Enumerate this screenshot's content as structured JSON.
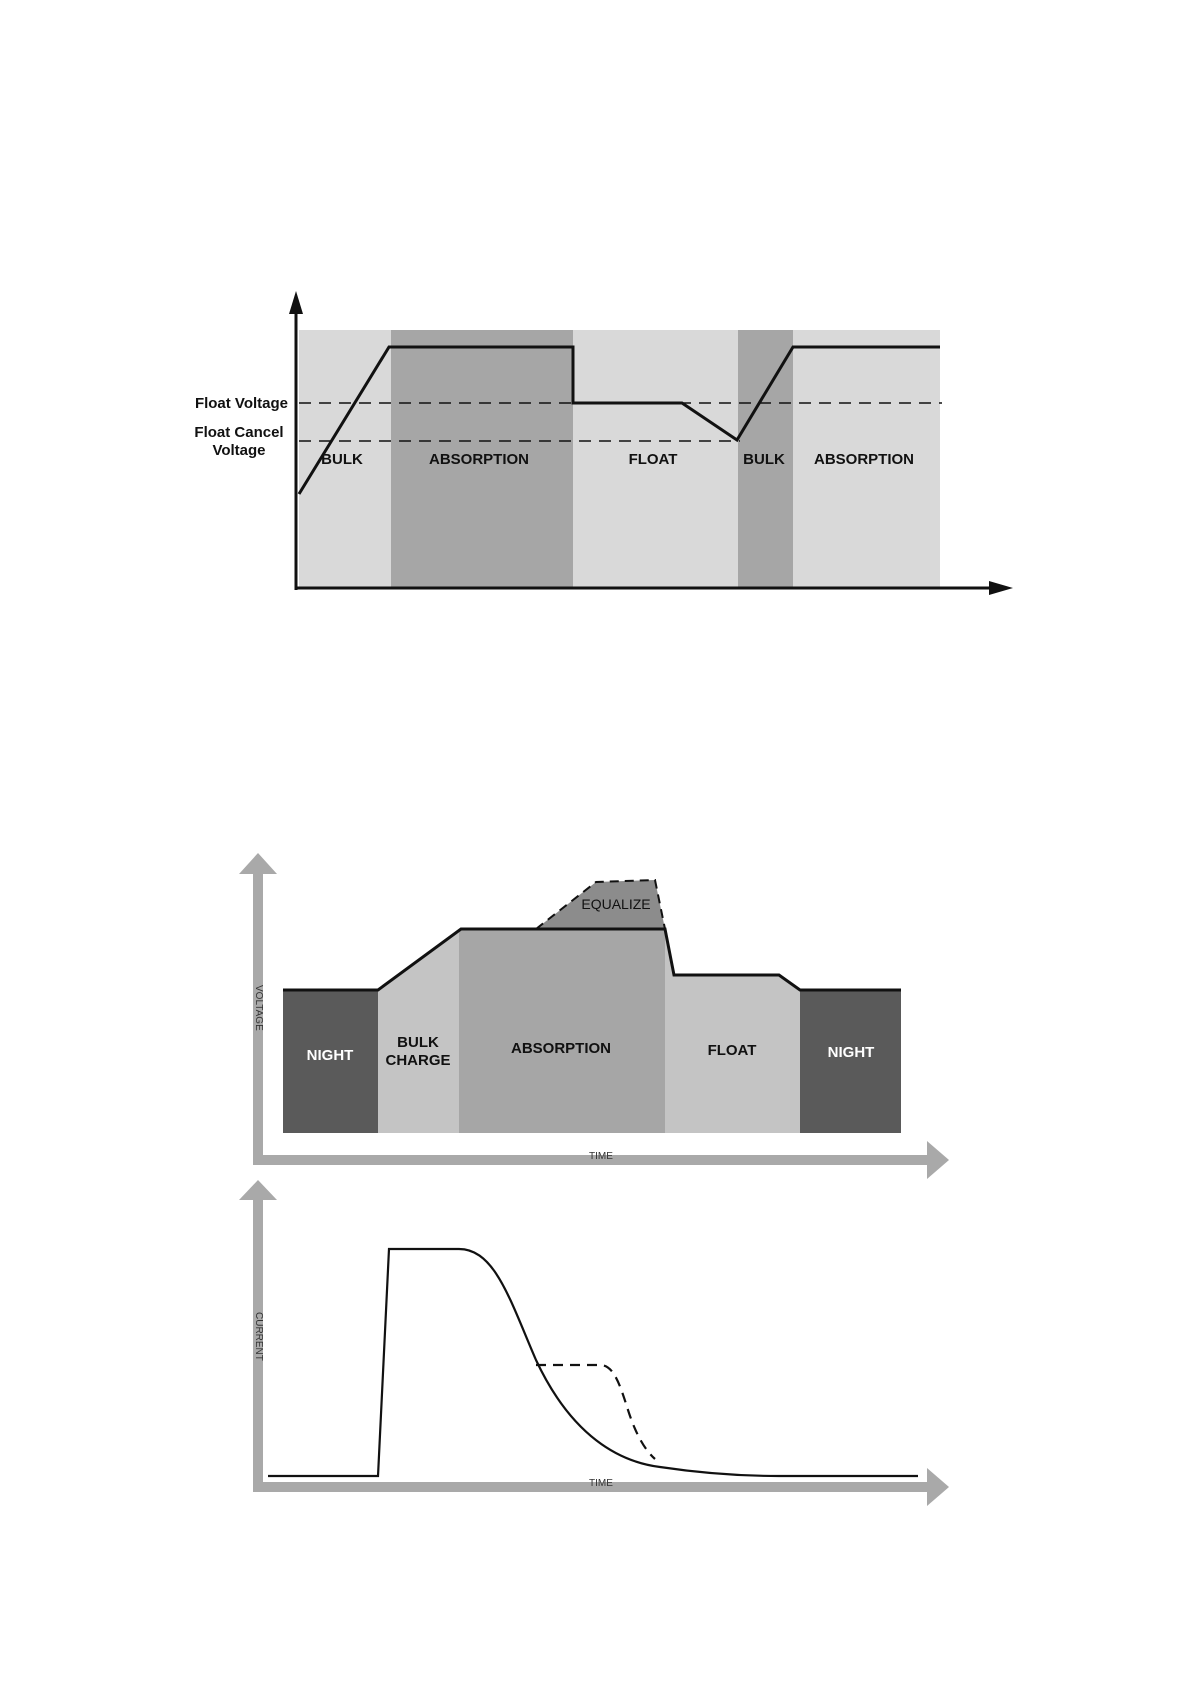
{
  "diagram1": {
    "float_voltage_label": "Float Voltage",
    "float_cancel_label_line1": "Float Cancel",
    "float_cancel_label_line2": "Voltage",
    "stages": [
      "BULK",
      "ABSORPTION",
      "FLOAT",
      "BULK",
      "ABSORPTION"
    ]
  },
  "diagram2": {
    "voltage": {
      "axis_label": "VOLTAGE",
      "time_label": "TIME",
      "equalize_label": "EQUALIZE",
      "stages": {
        "night_left": "NIGHT",
        "bulk_line1": "BULK",
        "bulk_line2": "CHARGE",
        "absorption": "ABSORPTION",
        "float": "FLOAT",
        "night_right": "NIGHT"
      }
    },
    "current": {
      "axis_label": "CURRENT",
      "time_label": "TIME"
    }
  },
  "colors": {
    "light_gray": "#d9d9d9",
    "mid_gray": "#a6a6a6",
    "dark_gray": "#5a5a5a",
    "bulk_charge_gray": "#c4c4c4",
    "equalize_gray": "#8c8c8c",
    "axis_gray": "#a9a9a9"
  }
}
